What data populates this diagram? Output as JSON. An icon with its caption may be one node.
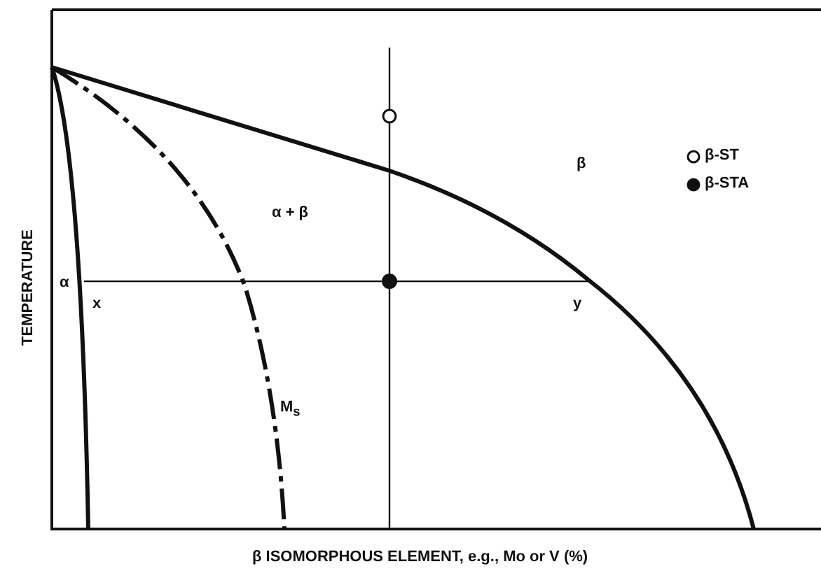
{
  "diagram": {
    "labels": [
      "TEMPERATURE",
      "β",
      "α + β",
      "α",
      "x",
      "y",
      "M$_{s}$",
      "β  ISOMORPHOUS ELEMENT, e.g., Mo or V (%)"
    ],
    "legend": [
      {
        "text": "β-ST"
      },
      {
        "text": "β-STA"
      }
    ]
  }
}
